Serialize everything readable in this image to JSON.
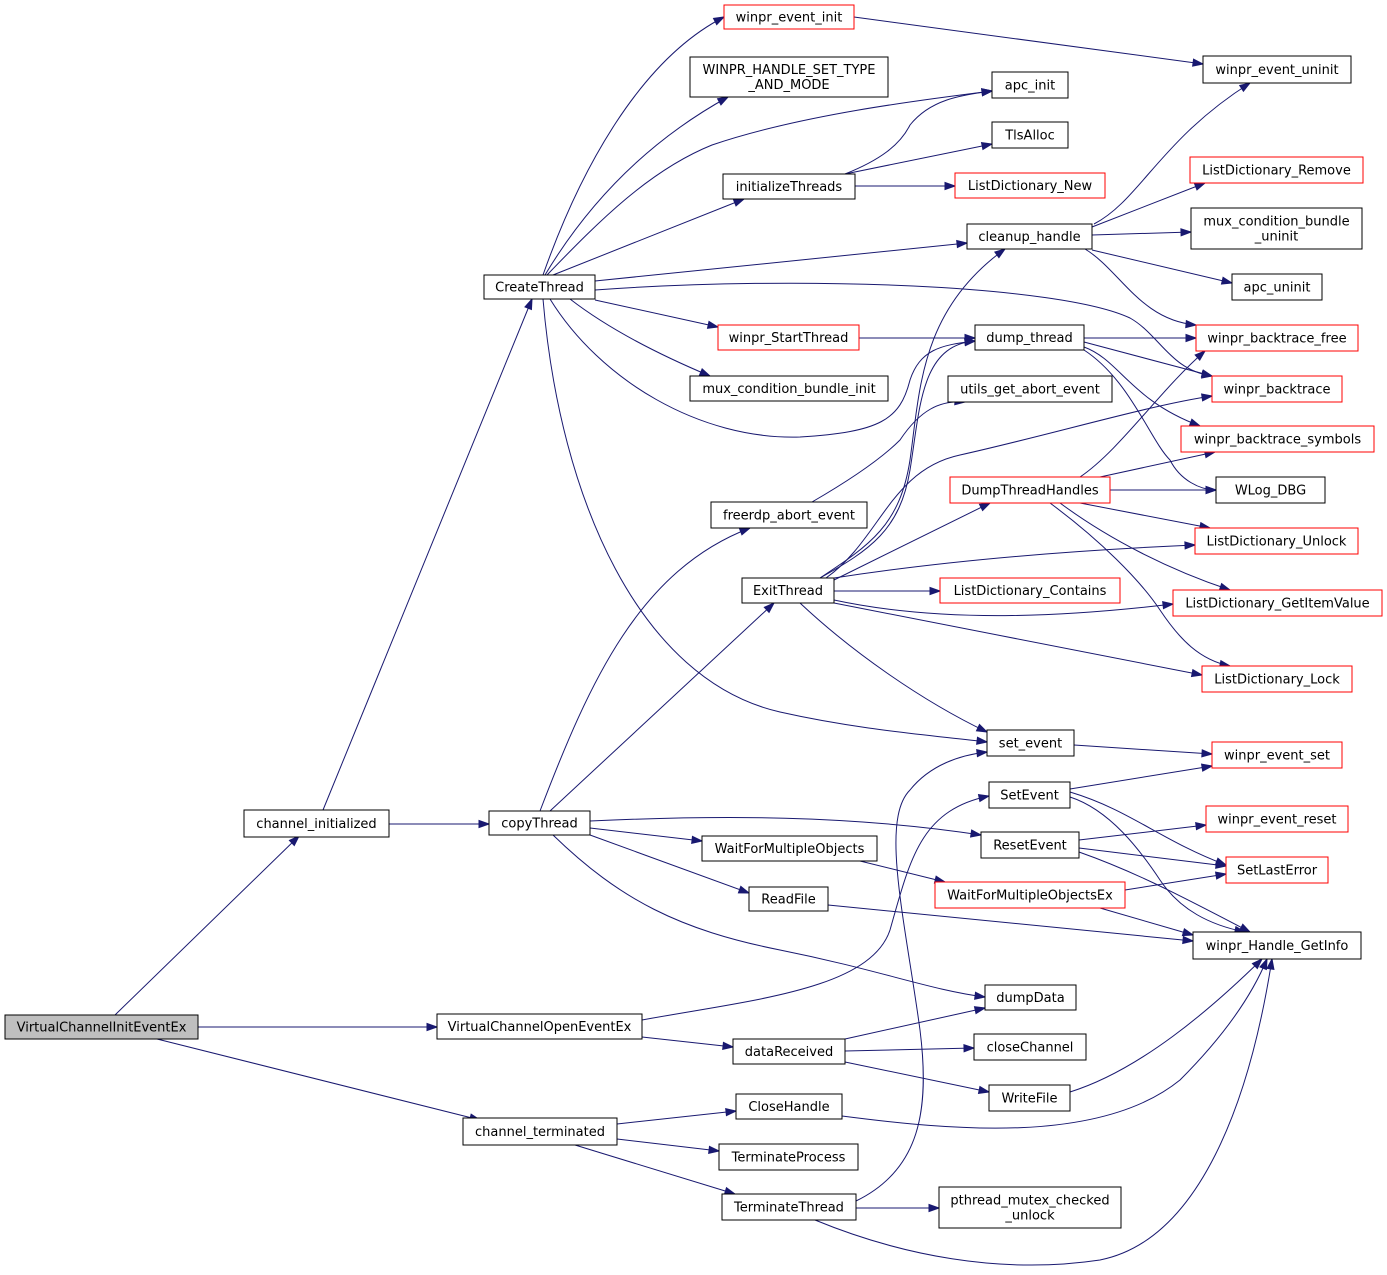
{
  "graph": {
    "colors": {
      "edge": "#191970",
      "normal_border": "#000000",
      "linked_border": "#ff0000",
      "root_fill": "#bfbfbf",
      "node_fill": "#ffffff"
    },
    "nodes": [
      {
        "id": "root",
        "lines": [
          "VirtualChannelInitEventEx"
        ],
        "style": "root"
      },
      {
        "id": "channel_initialized",
        "lines": [
          "channel_initialized"
        ],
        "style": "normal"
      },
      {
        "id": "VirtualChannelOpenEventEx",
        "lines": [
          "VirtualChannelOpenEventEx"
        ],
        "style": "normal"
      },
      {
        "id": "channel_terminated",
        "lines": [
          "channel_terminated"
        ],
        "style": "normal"
      },
      {
        "id": "CreateThread",
        "lines": [
          "CreateThread"
        ],
        "style": "normal"
      },
      {
        "id": "copyThread",
        "lines": [
          "copyThread"
        ],
        "style": "normal"
      },
      {
        "id": "winpr_event_init",
        "lines": [
          "winpr_event_init"
        ],
        "style": "linked"
      },
      {
        "id": "WINPR_HANDLE_SET_TYPE_AND_MODE",
        "lines": [
          "WINPR_HANDLE_SET_TYPE",
          "_AND_MODE"
        ],
        "style": "normal"
      },
      {
        "id": "initializeThreads",
        "lines": [
          "initializeThreads"
        ],
        "style": "normal"
      },
      {
        "id": "winpr_StartThread",
        "lines": [
          "winpr_StartThread"
        ],
        "style": "linked"
      },
      {
        "id": "mux_condition_bundle_init",
        "lines": [
          "mux_condition_bundle_init"
        ],
        "style": "normal"
      },
      {
        "id": "freerdp_abort_event",
        "lines": [
          "freerdp_abort_event"
        ],
        "style": "normal"
      },
      {
        "id": "ExitThread",
        "lines": [
          "ExitThread"
        ],
        "style": "normal"
      },
      {
        "id": "WaitForMultipleObjects",
        "lines": [
          "WaitForMultipleObjects"
        ],
        "style": "normal"
      },
      {
        "id": "ReadFile",
        "lines": [
          "ReadFile"
        ],
        "style": "normal"
      },
      {
        "id": "dataReceived",
        "lines": [
          "dataReceived"
        ],
        "style": "normal"
      },
      {
        "id": "CloseHandle",
        "lines": [
          "CloseHandle"
        ],
        "style": "normal"
      },
      {
        "id": "TerminateProcess",
        "lines": [
          "TerminateProcess"
        ],
        "style": "normal"
      },
      {
        "id": "TerminateThread",
        "lines": [
          "TerminateThread"
        ],
        "style": "normal"
      },
      {
        "id": "apc_init",
        "lines": [
          "apc_init"
        ],
        "style": "normal"
      },
      {
        "id": "TlsAlloc",
        "lines": [
          "TlsAlloc"
        ],
        "style": "normal"
      },
      {
        "id": "ListDictionary_New",
        "lines": [
          "ListDictionary_New"
        ],
        "style": "linked"
      },
      {
        "id": "cleanup_handle",
        "lines": [
          "cleanup_handle"
        ],
        "style": "normal"
      },
      {
        "id": "dump_thread",
        "lines": [
          "dump_thread"
        ],
        "style": "normal"
      },
      {
        "id": "utils_get_abort_event",
        "lines": [
          "utils_get_abort_event"
        ],
        "style": "normal"
      },
      {
        "id": "DumpThreadHandles",
        "lines": [
          "DumpThreadHandles"
        ],
        "style": "linked"
      },
      {
        "id": "ListDictionary_Contains",
        "lines": [
          "ListDictionary_Contains"
        ],
        "style": "linked"
      },
      {
        "id": "set_event",
        "lines": [
          "set_event"
        ],
        "style": "normal"
      },
      {
        "id": "SetEvent",
        "lines": [
          "SetEvent"
        ],
        "style": "normal"
      },
      {
        "id": "ResetEvent",
        "lines": [
          "ResetEvent"
        ],
        "style": "normal"
      },
      {
        "id": "WaitForMultipleObjectsEx",
        "lines": [
          "WaitForMultipleObjectsEx"
        ],
        "style": "linked"
      },
      {
        "id": "dumpData",
        "lines": [
          "dumpData"
        ],
        "style": "normal"
      },
      {
        "id": "closeChannel",
        "lines": [
          "closeChannel"
        ],
        "style": "normal"
      },
      {
        "id": "WriteFile",
        "lines": [
          "WriteFile"
        ],
        "style": "normal"
      },
      {
        "id": "pthread_mutex_checked_unlock",
        "lines": [
          "pthread_mutex_checked",
          "_unlock"
        ],
        "style": "normal"
      },
      {
        "id": "winpr_event_uninit",
        "lines": [
          "winpr_event_uninit"
        ],
        "style": "normal"
      },
      {
        "id": "ListDictionary_Remove",
        "lines": [
          "ListDictionary_Remove"
        ],
        "style": "linked"
      },
      {
        "id": "mux_condition_bundle_uninit",
        "lines": [
          "mux_condition_bundle",
          "_uninit"
        ],
        "style": "normal"
      },
      {
        "id": "apc_uninit",
        "lines": [
          "apc_uninit"
        ],
        "style": "normal"
      },
      {
        "id": "winpr_backtrace_free",
        "lines": [
          "winpr_backtrace_free"
        ],
        "style": "linked"
      },
      {
        "id": "winpr_backtrace",
        "lines": [
          "winpr_backtrace"
        ],
        "style": "linked"
      },
      {
        "id": "winpr_backtrace_symbols",
        "lines": [
          "winpr_backtrace_symbols"
        ],
        "style": "linked"
      },
      {
        "id": "WLog_DBG",
        "lines": [
          "WLog_DBG"
        ],
        "style": "normal"
      },
      {
        "id": "ListDictionary_Unlock",
        "lines": [
          "ListDictionary_Unlock"
        ],
        "style": "linked"
      },
      {
        "id": "ListDictionary_GetItemValue",
        "lines": [
          "ListDictionary_GetItemValue"
        ],
        "style": "linked"
      },
      {
        "id": "ListDictionary_Lock",
        "lines": [
          "ListDictionary_Lock"
        ],
        "style": "linked"
      },
      {
        "id": "winpr_event_set",
        "lines": [
          "winpr_event_set"
        ],
        "style": "linked"
      },
      {
        "id": "winpr_event_reset",
        "lines": [
          "winpr_event_reset"
        ],
        "style": "linked"
      },
      {
        "id": "SetLastError",
        "lines": [
          "SetLastError"
        ],
        "style": "linked"
      },
      {
        "id": "winpr_Handle_GetInfo",
        "lines": [
          "winpr_Handle_GetInfo"
        ],
        "style": "normal"
      }
    ],
    "edges": [
      {
        "from": "root",
        "to": "channel_initialized"
      },
      {
        "from": "root",
        "to": "VirtualChannelOpenEventEx"
      },
      {
        "from": "root",
        "to": "channel_terminated"
      },
      {
        "from": "channel_initialized",
        "to": "CreateThread"
      },
      {
        "from": "channel_initialized",
        "to": "copyThread"
      },
      {
        "from": "CreateThread",
        "to": "winpr_event_init"
      },
      {
        "from": "CreateThread",
        "to": "WINPR_HANDLE_SET_TYPE_AND_MODE"
      },
      {
        "from": "CreateThread",
        "to": "apc_init"
      },
      {
        "from": "CreateThread",
        "to": "initializeThreads"
      },
      {
        "from": "CreateThread",
        "to": "cleanup_handle"
      },
      {
        "from": "CreateThread",
        "to": "winpr_backtrace"
      },
      {
        "from": "CreateThread",
        "to": "winpr_StartThread"
      },
      {
        "from": "CreateThread",
        "to": "mux_condition_bundle_init"
      },
      {
        "from": "CreateThread",
        "to": "dump_thread"
      },
      {
        "from": "CreateThread",
        "to": "set_event"
      },
      {
        "from": "winpr_event_init",
        "to": "winpr_event_uninit"
      },
      {
        "from": "initializeThreads",
        "to": "apc_init"
      },
      {
        "from": "initializeThreads",
        "to": "TlsAlloc"
      },
      {
        "from": "initializeThreads",
        "to": "ListDictionary_New"
      },
      {
        "from": "winpr_StartThread",
        "to": "dump_thread"
      },
      {
        "from": "cleanup_handle",
        "to": "winpr_event_uninit"
      },
      {
        "from": "cleanup_handle",
        "to": "ListDictionary_Remove"
      },
      {
        "from": "cleanup_handle",
        "to": "mux_condition_bundle_uninit"
      },
      {
        "from": "cleanup_handle",
        "to": "apc_uninit"
      },
      {
        "from": "cleanup_handle",
        "to": "winpr_backtrace_free"
      },
      {
        "from": "dump_thread",
        "to": "winpr_backtrace_free"
      },
      {
        "from": "dump_thread",
        "to": "winpr_backtrace"
      },
      {
        "from": "dump_thread",
        "to": "winpr_backtrace_symbols"
      },
      {
        "from": "dump_thread",
        "to": "WLog_DBG"
      },
      {
        "from": "copyThread",
        "to": "freerdp_abort_event"
      },
      {
        "from": "copyThread",
        "to": "ExitThread"
      },
      {
        "from": "copyThread",
        "to": "ResetEvent"
      },
      {
        "from": "copyThread",
        "to": "WaitForMultipleObjects"
      },
      {
        "from": "copyThread",
        "to": "ReadFile"
      },
      {
        "from": "copyThread",
        "to": "dumpData"
      },
      {
        "from": "freerdp_abort_event",
        "to": "utils_get_abort_event"
      },
      {
        "from": "ExitThread",
        "to": "cleanup_handle"
      },
      {
        "from": "ExitThread",
        "to": "dump_thread"
      },
      {
        "from": "ExitThread",
        "to": "winpr_backtrace"
      },
      {
        "from": "ExitThread",
        "to": "DumpThreadHandles"
      },
      {
        "from": "ExitThread",
        "to": "ListDictionary_Unlock"
      },
      {
        "from": "ExitThread",
        "to": "ListDictionary_Contains"
      },
      {
        "from": "ExitThread",
        "to": "ListDictionary_GetItemValue"
      },
      {
        "from": "ExitThread",
        "to": "ListDictionary_Lock"
      },
      {
        "from": "ExitThread",
        "to": "set_event"
      },
      {
        "from": "DumpThreadHandles",
        "to": "winpr_backtrace_free"
      },
      {
        "from": "DumpThreadHandles",
        "to": "winpr_backtrace_symbols"
      },
      {
        "from": "DumpThreadHandles",
        "to": "WLog_DBG"
      },
      {
        "from": "DumpThreadHandles",
        "to": "ListDictionary_Unlock"
      },
      {
        "from": "DumpThreadHandles",
        "to": "ListDictionary_GetItemValue"
      },
      {
        "from": "DumpThreadHandles",
        "to": "ListDictionary_Lock"
      },
      {
        "from": "set_event",
        "to": "winpr_event_set"
      },
      {
        "from": "WaitForMultipleObjects",
        "to": "WaitForMultipleObjectsEx"
      },
      {
        "from": "ReadFile",
        "to": "winpr_Handle_GetInfo"
      },
      {
        "from": "VirtualChannelOpenEventEx",
        "to": "SetEvent"
      },
      {
        "from": "VirtualChannelOpenEventEx",
        "to": "dataReceived"
      },
      {
        "from": "dataReceived",
        "to": "dumpData"
      },
      {
        "from": "dataReceived",
        "to": "closeChannel"
      },
      {
        "from": "dataReceived",
        "to": "WriteFile"
      },
      {
        "from": "SetEvent",
        "to": "winpr_event_set"
      },
      {
        "from": "SetEvent",
        "to": "SetLastError"
      },
      {
        "from": "SetEvent",
        "to": "winpr_Handle_GetInfo"
      },
      {
        "from": "ResetEvent",
        "to": "winpr_event_reset"
      },
      {
        "from": "ResetEvent",
        "to": "SetLastError"
      },
      {
        "from": "ResetEvent",
        "to": "winpr_Handle_GetInfo"
      },
      {
        "from": "WaitForMultipleObjectsEx",
        "to": "SetLastError"
      },
      {
        "from": "WaitForMultipleObjectsEx",
        "to": "winpr_Handle_GetInfo"
      },
      {
        "from": "WriteFile",
        "to": "winpr_Handle_GetInfo"
      },
      {
        "from": "channel_terminated",
        "to": "CloseHandle"
      },
      {
        "from": "channel_terminated",
        "to": "TerminateProcess"
      },
      {
        "from": "channel_terminated",
        "to": "TerminateThread"
      },
      {
        "from": "CloseHandle",
        "to": "winpr_Handle_GetInfo"
      },
      {
        "from": "TerminateThread",
        "to": "set_event"
      },
      {
        "from": "TerminateThread",
        "to": "pthread_mutex_checked_unlock"
      },
      {
        "from": "TerminateThread",
        "to": "winpr_Handle_GetInfo"
      }
    ]
  }
}
